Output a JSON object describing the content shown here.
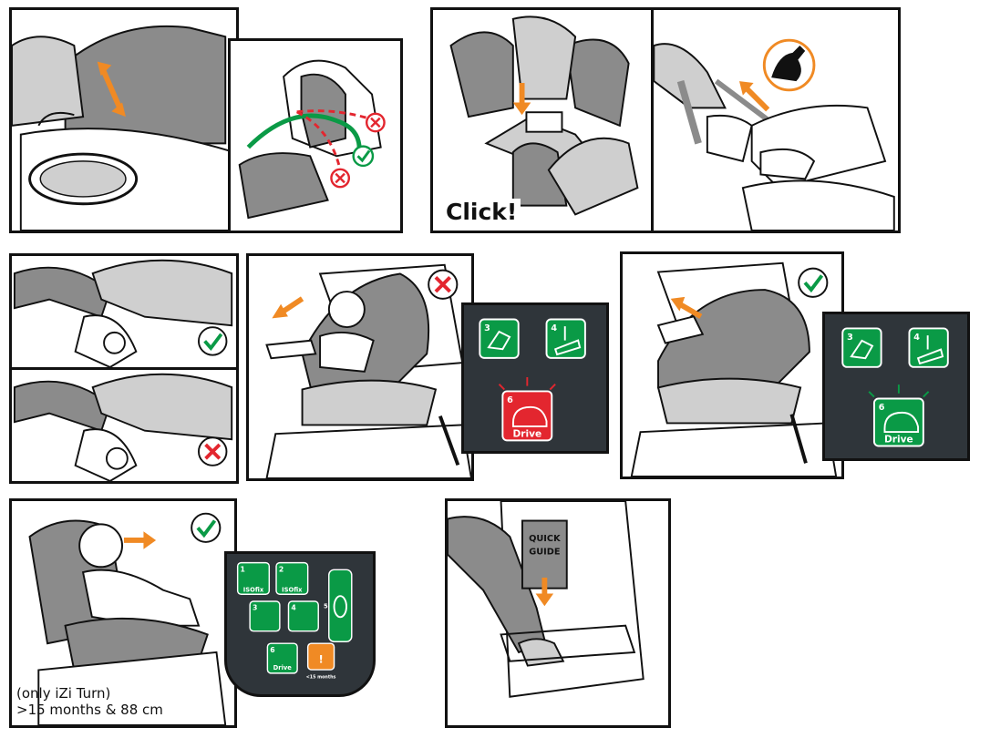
{
  "colors": {
    "orange": "#f08a24",
    "green": "#0a9a46",
    "red": "#e3262f",
    "gray": "#8b8b8b",
    "light_gray": "#cfcfcf",
    "console": "#2f353a"
  },
  "icons": {
    "adjust": "double-arrow-icon",
    "correct": "check-mark-icon",
    "wrong": "cross-mark-icon",
    "strength": "flexed-arm-icon"
  },
  "panels": {
    "buckle": {
      "caption": "Click!"
    },
    "console_red": {
      "step3": "3",
      "step4": "4",
      "step6": "6",
      "drive_label": "Drive"
    },
    "console_green": {
      "step3": "3",
      "step4": "4",
      "step6": "6",
      "drive_label": "Drive"
    },
    "console_full": {
      "step1": "1",
      "step2": "2",
      "step3": "3",
      "step4": "4",
      "step5": "5",
      "step6": "6",
      "isofix_left": "ISOfix",
      "isofix_right": "ISOfix",
      "drive_label": "Drive",
      "turn_label": "<15 months"
    },
    "quick_guide": {
      "line1": "QUICK",
      "line2": "GUIDE"
    }
  },
  "note": {
    "line1": "(only iZi Turn)",
    "line2": ">15 months & 88 cm"
  }
}
